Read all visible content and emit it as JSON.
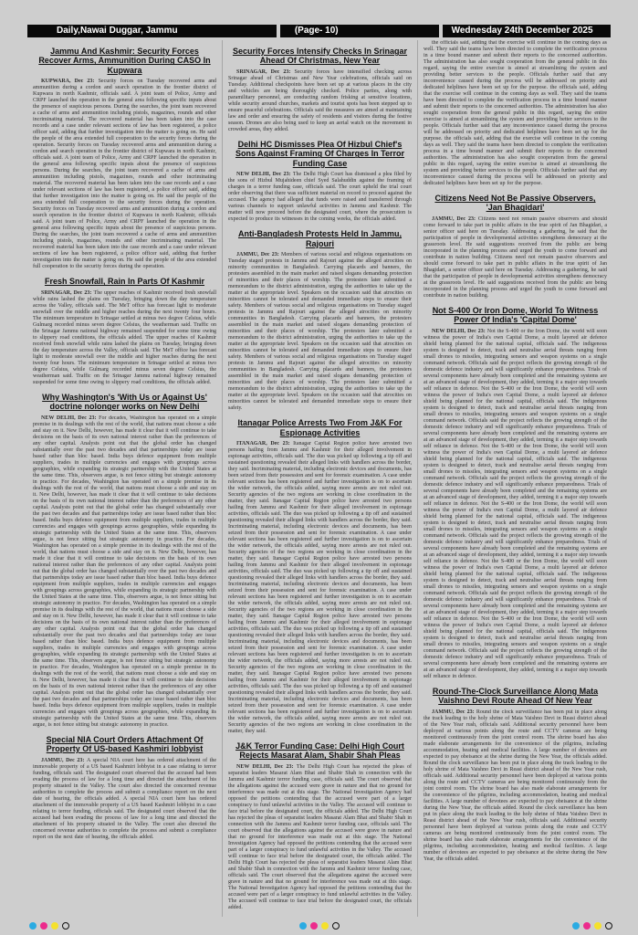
{
  "masthead": {
    "title": "Daily,Nawai Duggar, Jammu",
    "page": "(Page- 10)",
    "date": "Wednesday 24th December 2025"
  },
  "print_marks": {
    "colors": [
      "#2aabe2",
      "#ec2a8c",
      "#f5e12c",
      "#111111"
    ]
  },
  "columns": [
    {
      "articles": [
        {
          "headline": "Jammu And Kashmir: Security Forces Recover Arms, Ammunition During CASO In Kupwara",
          "dateline": "KUPWARA, Dec 23:",
          "repeat": 3,
          "body": "Security forces on Tuesday recovered arms and ammunition during a cordon and search operation in the frontier district of Kupwara in north Kashmir, officials said. A joint team of Police, Army and CRPF launched the operation in the general area following specific inputs about the presence of suspicious persons. During the searches, the joint team recovered a cache of arms and ammunition including pistols, magazines, rounds and other incriminating material. The recovered material has been taken into the case records and a case under relevant sections of law has been registered, a police officer said, adding that further investigation into the matter is going on. He said the people of the area extended full cooperation to the security forces during the operation."
        },
        {
          "headline": "Fresh Snowfall, Rain In Parts Of Kashmir",
          "dateline": "SRINAGAR, Dec 23:",
          "repeat": 2,
          "body": "The upper reaches of Kashmir received fresh snowfall while rains lashed the plains on Tuesday, bringing down the day temperature across the Valley, officials said. The MeT office has forecast light to moderate snowfall over the middle and higher reaches during the next twenty four hours. The minimum temperature in Srinagar settled at minus two degree Celsius, while Gulmarg recorded minus seven degree Celsius, the weatherman said. Traffic on the Srinagar Jammu national highway remained suspended for some time owing to slippery road conditions, the officials added."
        },
        {
          "headline": "Why Washington's 'With Us or Against Us' doctrine nolonger works on New Delhi",
          "dateline": "NEW DELHI, Dec 23:",
          "repeat": 5,
          "body": "For decades, Washington has operated on a simple premise in its dealings with the rest of the world, that nations must choose a side and stay on it. New Delhi, however, has made it clear that it will continue to take decisions on the basis of its own national interest rather than the preferences of any other capital. Analysts point out that the global order has changed substantially over the past two decades and that partnerships today are issue based rather than bloc based. India buys defence equipment from multiple suppliers, trades in multiple currencies and engages with groupings across geographies, while expanding its strategic partnership with the United States at the same time. This, observers argue, is not fence sitting but strategic autonomy in practice."
        },
        {
          "headline": "Special NIA Court Orders Attachment Of Property Of US-based Kashmiri lobbyist",
          "dateline": "JAMMU, Dec 23:",
          "repeat": 2,
          "body": "A special NIA court here has ordered attachment of the immovable property of a US based Kashmiri lobbyist in a case relating to terror funding, officials said. The designated court observed that the accused had been evading the process of law for a long time and directed the attachment of his property situated in the Valley. The court also directed the concerned revenue authorities to complete the process and submit a compliance report on the next date of hearing, the officials added."
        }
      ]
    },
    {
      "articles": [
        {
          "headline": "Security Forces Intensify Checks In Srinagar Ahead Of Christmas, New Year",
          "dateline": "SRINAGAR, Dec 23:",
          "repeat": 1,
          "body": "Security forces have intensified checking across Srinagar ahead of Christmas and New Year celebrations, officials said on Tuesday. Additional checkpoints have been set up at various places in the city and vehicles are being thoroughly checked. Police parties, along with paramilitary personnel, are conducting random frisking at sensitive locations, while security around churches, markets and tourist spots has been stepped up to ensure peaceful celebrations. Officials said the measures are aimed at maintaining law and order and ensuring the safety of residents and visitors during the festive season. Drones are also being used to keep an aerial watch on the movement in crowded areas, they added."
        },
        {
          "headline": "Delhi HC Dismisses Plea Of Hizbul Chief's Sons Against Framing Of Charges In Terror Funding Case",
          "dateline": "NEW DELHI, Dec 23:",
          "repeat": 1,
          "body": "The Delhi High Court has dismissed a plea filed by the sons of Hizbul Mujahideen chief Syed Salahuddin against the framing of charges in a terror funding case, officials said. The court upheld the trial court order observing that there was sufficient material on record to proceed against the accused. The agency had alleged that funds were raised and transferred through various channels to support unlawful activities in Jammu and Kashmir. The matter will now proceed before the designated court, where the prosecution is expected to produce its witnesses in the coming weeks, the officials added."
        },
        {
          "headline": "Anti-Bangladesh Protests Held In Jammu, Rajouri",
          "dateline": "JAMMU, Dec 23:",
          "repeat": 3,
          "body": "Members of various social and religious organisations on Tuesday staged protests in Jammu and Rajouri against the alleged atrocities on minority communities in Bangladesh. Carrying placards and banners, the protesters assembled in the main market and raised slogans demanding protection of minorities and their places of worship. The protesters later submitted a memorandum to the district administration, urging the authorities to take up the matter at the appropriate level. Speakers on the occasion said that atrocities on minorities cannot be tolerated and demanded immediate steps to ensure their safety."
        },
        {
          "headline": "Itanagar Police Arrests Two From J&K For Espionage Activities",
          "dateline": "ITANAGAR, Dec 23:",
          "repeat": 5,
          "body": "Itanagar Capital Region police have arrested two persons hailing from Jammu and Kashmir for their alleged involvement in espionage activities, officials said. The duo was picked up following a tip off and sustained questioning revealed their alleged links with handlers across the border, they said. Incriminating material, including electronic devices and documents, has been seized from their possession and sent for forensic examination. A case under relevant sections has been registered and further investigation is on to ascertain the wider network, the officials added, saying more arrests are not ruled out. Security agencies of the two regions are working in close coordination in the matter, they said."
        },
        {
          "headline": "J&K Terror Funding Case: Delhi High Court Rejects Masarat Alam, Shabir Shah Pleas",
          "dateline": "NEW DELHI, Dec 23:",
          "repeat": 3,
          "body": "The Delhi High Court has rejected the pleas of separatist leaders Masarat Alam Bhat and Shabir Shah in connection with the Jammu and Kashmir terror funding case, officials said. The court observed that the allegations against the accused were grave in nature and that no ground for interference was made out at this stage. The National Investigation Agency had opposed the petitions contending that the accused were part of a larger conspiracy to fund unlawful activities in the Valley. The accused will continue to face trial before the designated court, the officials added."
        }
      ]
    },
    {
      "articles": [
        {
          "headline": "",
          "dateline": "",
          "repeat": 3,
          "body": "the officials said, adding that the exercise will continue in the coming days as well. They said the teams have been directed to complete the verification process in a time bound manner and submit their reports to the concerned authorities. The administration has also sought cooperation from the general public in this regard, saying the entire exercise is aimed at streamlining the system and providing better services to the people. Officials further said that any inconvenience caused during the process will be addressed on priority and dedicated helplines have been set up for the purpose."
        },
        {
          "headline": "Citizens Need Not Be Passive Observers, 'Jan Bhagidari'",
          "dateline": "JAMMU, Dec 23:",
          "repeat": 2,
          "body": "Citizens need not remain passive observers and should come forward to take part in public affairs in the true spirit of Jan Bhagidari, a senior officer said here on Tuesday. Addressing a gathering, he said that the participation of people in developmental activities strengthens democracy at the grassroots level. He said suggestions received from the public are being incorporated in the planning process and urged the youth to come forward and contribute in nation building."
        },
        {
          "headline": "Not S-400 Or Iron Dome, World To Witness Power Of India's 'Capital Dome'",
          "dateline": "NEW DELHI, Dec 23:",
          "repeat": 6,
          "body": "Not the S-400 or the Iron Dome, the world will soon witness the power of India's own Capital Dome, a multi layered air defence shield being planned for the national capital, officials said. The indigenous system is designed to detect, track and neutralise aerial threats ranging from small drones to missiles, integrating sensors and weapon systems on a single command network. Officials said the project reflects the growing strength of the domestic defence industry and will significantly enhance preparedness. Trials of several components have already been completed and the remaining systems are at an advanced stage of development, they added, terming it a major step towards self reliance in defence."
        },
        {
          "headline": "Round-The-Clock Surveillance Along Mata Vaishno Devi Route Ahead Of New Year",
          "dateline": "JAMMU, Dec 23:",
          "repeat": 3,
          "body": "Round the clock surveillance has been put in place along the track leading to the holy shrine of Mata Vaishno Devi in Reasi district ahead of the New Year rush, officials said. Additional security personnel have been deployed at various points along the route and CCTV cameras are being monitored continuously from the joint control room. The shrine board has also made elaborate arrangements for the convenience of the pilgrims, including accommodation, heating and medical facilities. A large number of devotees are expected to pay obeisance at the shrine during the New Year, the officials added."
        }
      ]
    }
  ]
}
